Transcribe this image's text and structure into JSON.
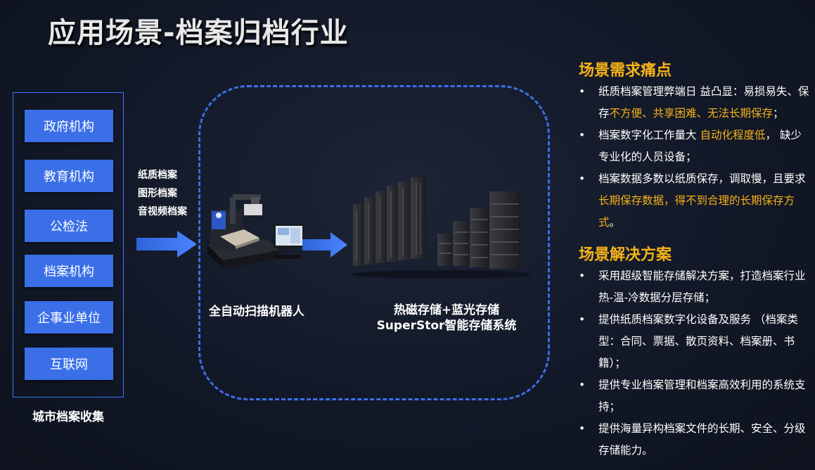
{
  "title": "应用场景-档案归档行业",
  "sources": {
    "items": [
      "政府机构",
      "教育机构",
      "公检法",
      "档案机构",
      "企事业单位",
      "互联网"
    ],
    "caption": "城市档案收集"
  },
  "doc_types": [
    "纸质档案",
    "图形档案",
    "音视频档案"
  ],
  "scanner_caption": "全自动扫描机器人",
  "storage_caption": {
    "line1": "热磁存储+蓝光存储",
    "line2": "SuperStor智能存储系统"
  },
  "colors": {
    "accent_blue": "#3a6fe8",
    "highlight_orange": "#f5b21a"
  },
  "pain_points": {
    "title": "场景需求痛点",
    "bullets": [
      {
        "t1": "纸质档案管理弊端日 益凸显：易损易失、保存",
        "h1": "不方便、共享困难、无法长期保存",
        "t2": "；"
      },
      {
        "t1": "档案数字化工作量大 ",
        "h1": "自动化程度低",
        "t2": "， 缺少 专业化的人员设备；"
      },
      {
        "t1": "档案数据多数以纸质保存，调取慢，且要求",
        "h1": "长期保存数据，得不到合理的长期保存方式",
        "t2": "。"
      }
    ]
  },
  "solutions": {
    "title": "场景解决方案",
    "bullets": [
      "采用超级智能存储解决方案，打造档案行业热-温-冷数据分层存储；",
      "提供纸质档案数字化设备及服务 （档案类型：合同、票据、散页资料、档案册、书籍）；",
      "提供专业档案管理和档案高效利用的系统支持；",
      "提供海量异构档案文件的长期、安全、分级存储能力。"
    ]
  }
}
